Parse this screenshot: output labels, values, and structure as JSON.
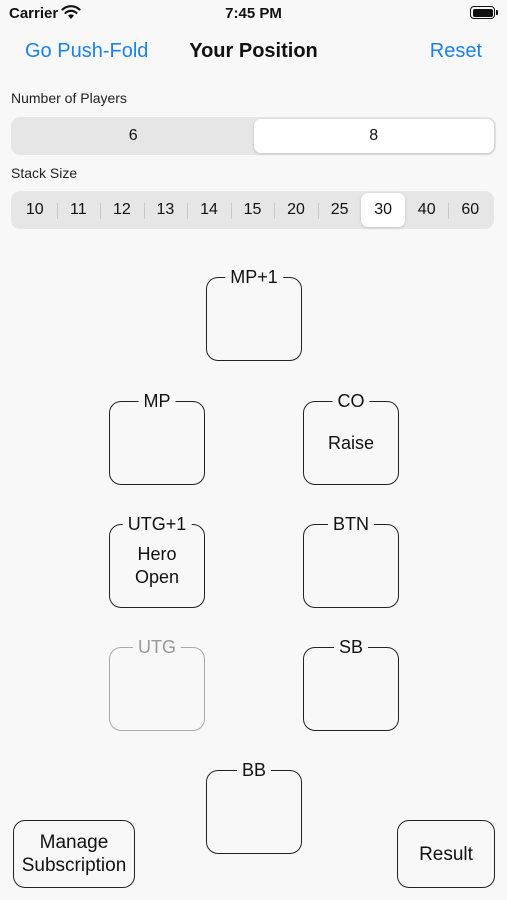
{
  "status_bar": {
    "carrier": "Carrier",
    "time": "7:45 PM",
    "wifi_icon": "wifi-icon",
    "battery_icon": "battery-icon"
  },
  "nav": {
    "back_label": "Go Push-Fold",
    "title": "Your Position",
    "reset_label": "Reset"
  },
  "players": {
    "label": "Number of Players",
    "options": [
      "6",
      "8"
    ],
    "selected": "8"
  },
  "stack": {
    "label": "Stack Size",
    "options": [
      "10",
      "11",
      "12",
      "13",
      "14",
      "15",
      "20",
      "25",
      "30",
      "40",
      "60"
    ],
    "selected": "30"
  },
  "seats": {
    "mp1": {
      "label": "MP+1",
      "action": ""
    },
    "mp": {
      "label": "MP",
      "action": ""
    },
    "co": {
      "label": "CO",
      "action": "Raise"
    },
    "utg1": {
      "label": "UTG+1",
      "action_line1": "Hero",
      "action_line2": "Open"
    },
    "btn": {
      "label": "BTN",
      "action": ""
    },
    "utg": {
      "label": "UTG",
      "action": ""
    },
    "sb": {
      "label": "SB",
      "action": ""
    },
    "bb": {
      "label": "BB",
      "action": ""
    }
  },
  "buttons": {
    "manage_line1": "Manage",
    "manage_line2": "Subscription",
    "result": "Result"
  },
  "colors": {
    "accent": "#1a82e8",
    "background": "#f8f8f8",
    "segment_bg": "#e6e6e6"
  }
}
